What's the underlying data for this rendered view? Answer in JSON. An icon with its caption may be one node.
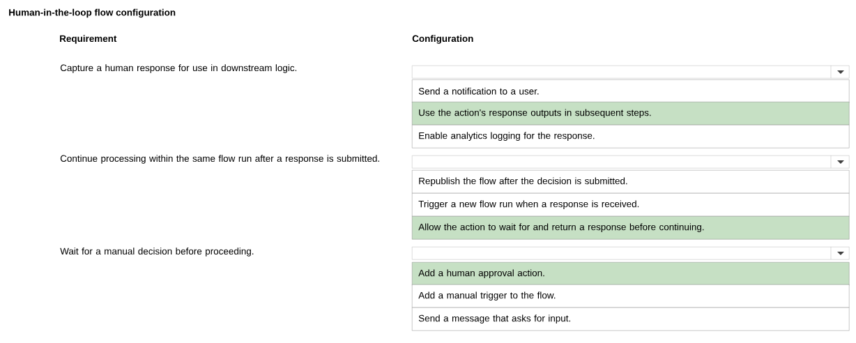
{
  "diagram": {
    "title": "Human-in-the-loop flow configuration",
    "nodes": [
      {
        "text": [],
        "shape": "box"
      },
      {
        "text": [
          "Send a notification to a user."
        ]
      },
      {
        "text": [
          "Use the action's response outputs in subsequent steps."
        ]
      },
      {
        "text": [
          "Enable analytics logging for the response."
        ]
      },
      {
        "text": [],
        "shape": "box"
      },
      {
        "text": [
          "Republish the flow after the decision is submitted."
        ]
      },
      {
        "text": [
          "Trigger a new flow run when a response is received."
        ]
      },
      {
        "text": [
          "Allow the action to wait for and return a response before continuing."
        ]
      },
      {
        "text": [],
        "shape": "box"
      },
      {
        "text": [
          "Add a human approval action."
        ]
      },
      {
        "text": [
          "Add a manual trigger to the flow."
        ]
      },
      {
        "text": [
          "Send a message that asks for input."
        ]
      }
    ],
    "labels": [
      "Requirement",
      "Configuration",
      "Capture a human response for use in downstream logic.",
      "Continue processing within the same flow run after a response is submitted.",
      "Wait for a manual decision before proceeding."
    ]
  }
}
